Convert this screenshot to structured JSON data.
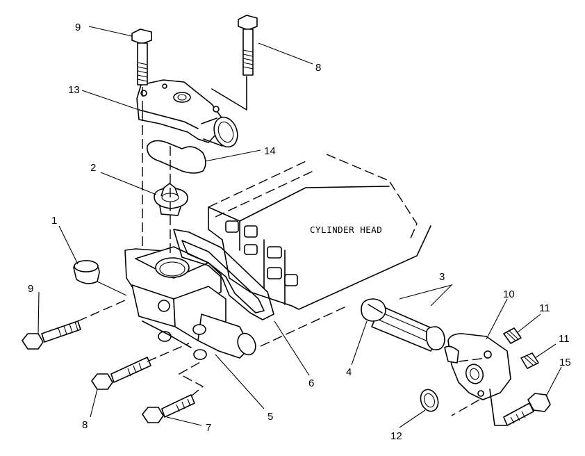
{
  "diagram": {
    "annotation": "CYLINDER HEAD",
    "callouts": {
      "c1": "1",
      "c2": "2",
      "c3": "3",
      "c4": "4",
      "c5": "5",
      "c6": "6",
      "c7": "7",
      "c8a": "8",
      "c8b": "8",
      "c9a": "9",
      "c9b": "9",
      "c10": "10",
      "c11a": "11",
      "c11b": "11",
      "c12": "12",
      "c13": "13",
      "c14": "14",
      "c15": "15"
    }
  }
}
